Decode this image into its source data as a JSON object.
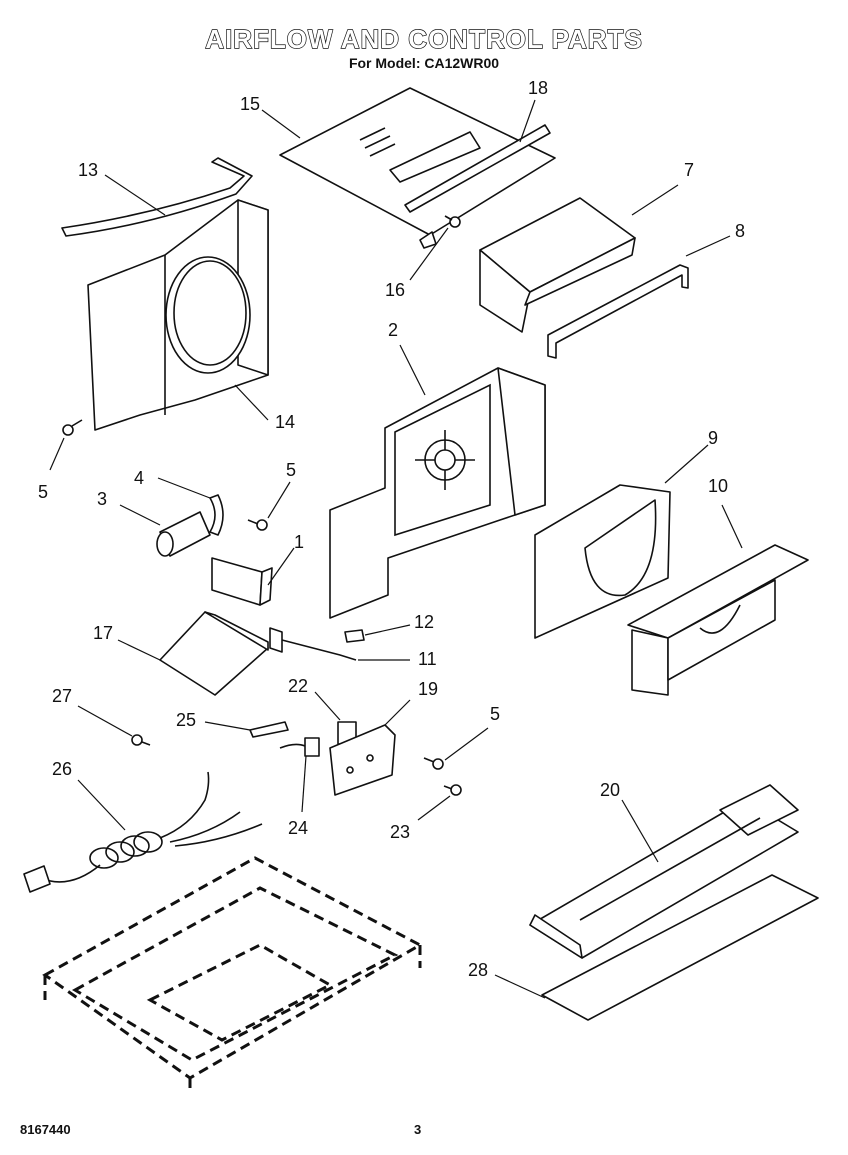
{
  "header": {
    "title": "AIRFLOW AND CONTROL PARTS",
    "subtitle": "For Model: CA12WR00"
  },
  "footer": {
    "doc_number": "8167440",
    "page_number": "3"
  },
  "callouts": [
    "1",
    "2",
    "3",
    "4",
    "5",
    "5",
    "5",
    "7",
    "8",
    "9",
    "10",
    "11",
    "12",
    "13",
    "14",
    "15",
    "16",
    "17",
    "18",
    "19",
    "20",
    "22",
    "23",
    "24",
    "25",
    "26",
    "27",
    "28"
  ]
}
